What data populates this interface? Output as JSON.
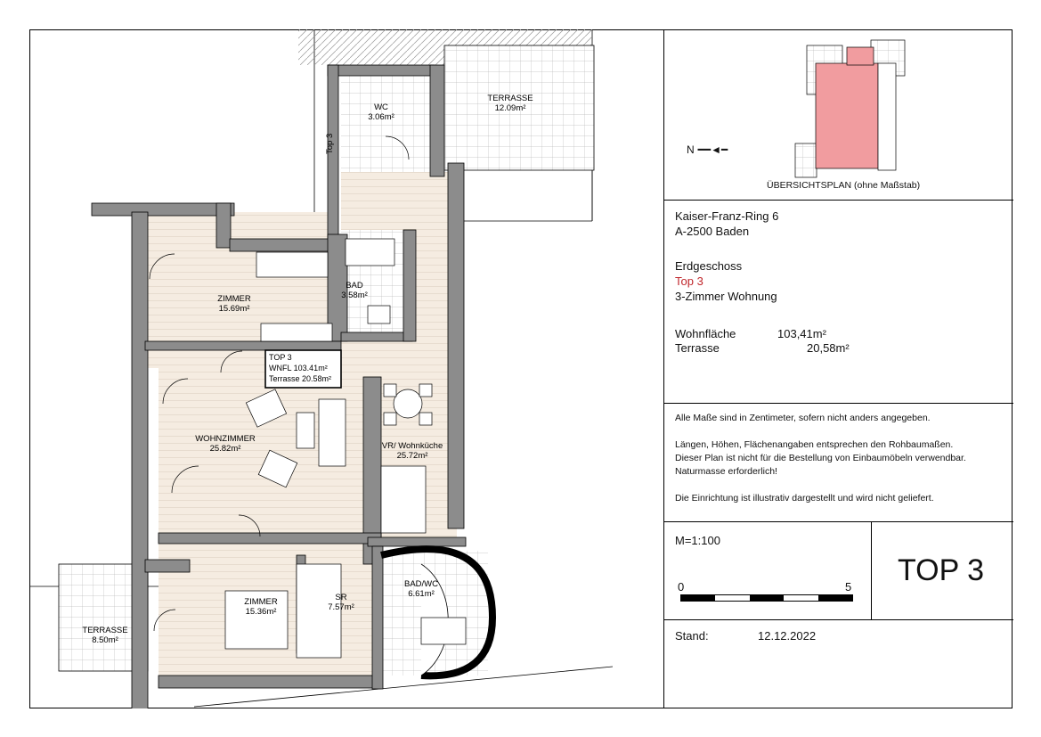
{
  "overview": {
    "caption": "ÜBERSICHTSPLAN (ohne Maßstab)",
    "north_label": "N",
    "highlight_color": "#f19c9f"
  },
  "address": {
    "street": "Kaiser-Franz-Ring 6",
    "city": "A-2500 Baden",
    "floor": "Erdgeschoss",
    "unit": "Top 3",
    "unit_color": "#c0262b",
    "type": "3-Zimmer Wohnung",
    "area_label": "Wohnfläche",
    "area_value": "103,41m²",
    "terrace_label": "Terrasse",
    "terrace_value": "20,58m²"
  },
  "notes": [
    "Alle Maße sind in Zentimeter, sofern nicht anders angegeben.",
    "Längen, Höhen, Flächenangaben entsprechen den Rohbaumaßen.",
    "Dieser Plan ist nicht für die Bestellung von Einbaumöbeln verwendbar.",
    "Naturmasse erforderlich!",
    "Die Einrichtung ist illustrativ dargestellt und wird nicht geliefert."
  ],
  "scale": {
    "label": "M=1:100",
    "start": "0",
    "end": "5"
  },
  "title_block": {
    "title": "TOP 3"
  },
  "status": {
    "label": "Stand:",
    "date": "12.12.2022"
  },
  "plan": {
    "rooms": [
      {
        "id": "wc",
        "name": "WC",
        "area": "3.06m²"
      },
      {
        "id": "terrasse-top",
        "name": "TERRASSE",
        "area": "12.09m²"
      },
      {
        "id": "bad",
        "name": "BAD",
        "area": "3.58m²"
      },
      {
        "id": "zimmer-1",
        "name": "ZIMMER",
        "area": "15.69m²"
      },
      {
        "id": "wohnzimmer",
        "name": "WOHNZIMMER",
        "area": "25.82m²"
      },
      {
        "id": "vr-wohnkueche",
        "name": "VR/ Wohnküche",
        "area": "25.72m²"
      },
      {
        "id": "zimmer-2",
        "name": "ZIMMER",
        "area": "15.36m²"
      },
      {
        "id": "sr",
        "name": "SR",
        "area": "7.57m²"
      },
      {
        "id": "bad-wc",
        "name": "BAD/WC",
        "area": "6.61m²"
      },
      {
        "id": "terrasse-bottom",
        "name": "TERRASSE",
        "area": "8.50m²"
      }
    ],
    "entrance_label": "Top 3",
    "summary": {
      "line1": "TOP 3",
      "line2": "WNFL 103.41m²",
      "line3": "Terrasse 20.58m²"
    }
  }
}
